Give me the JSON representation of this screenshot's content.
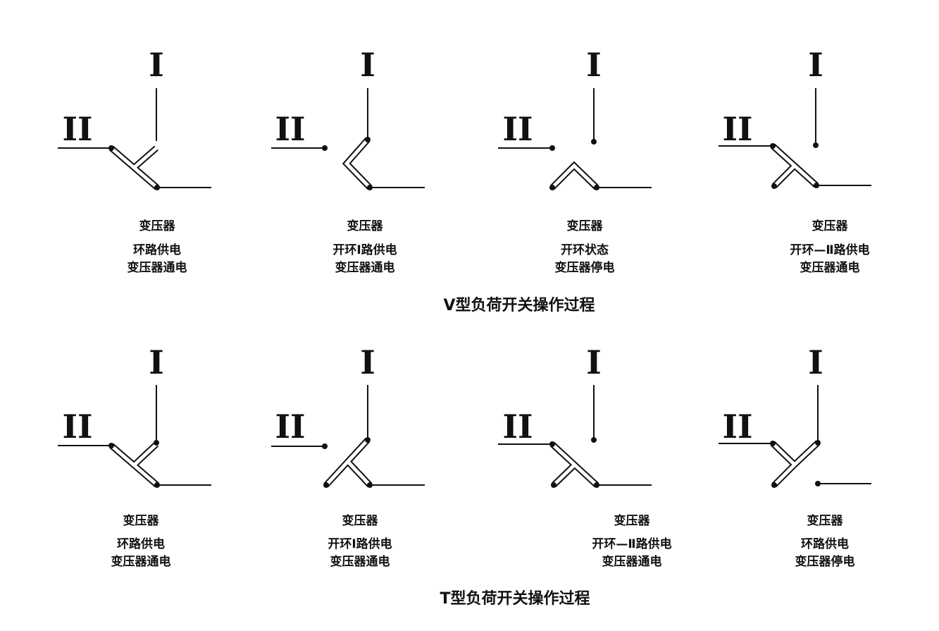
{
  "line_labels": {
    "one": "I",
    "two": "II"
  },
  "v_section": {
    "title": "V型负荷开关操作过程",
    "panels": [
      {
        "label1": "变压器",
        "label2": "环路供电",
        "label3": "变压器通电"
      },
      {
        "label1": "变压器",
        "label2": "开环Ⅰ路供电",
        "label3": "变压器通电"
      },
      {
        "label1": "变压器",
        "label2": "开环状态",
        "label3": "变压器停电"
      },
      {
        "label1": "变压器",
        "label2": "开环—Ⅱ路供电",
        "label3": "变压器通电"
      }
    ]
  },
  "t_section": {
    "title": "T型负荷开关操作过程",
    "panels": [
      {
        "label1": "变压器",
        "label2": "环路供电",
        "label3": "变压器通电"
      },
      {
        "label1": "变压器",
        "label2": "开环Ⅰ路供电",
        "label3": "变压器通电"
      },
      {
        "label1": "变压器",
        "label2": "开环—Ⅱ路供电",
        "label3": "变压器通电"
      },
      {
        "label1": "变压器",
        "label2": "环路供电",
        "label3": "变压器停电"
      }
    ]
  }
}
